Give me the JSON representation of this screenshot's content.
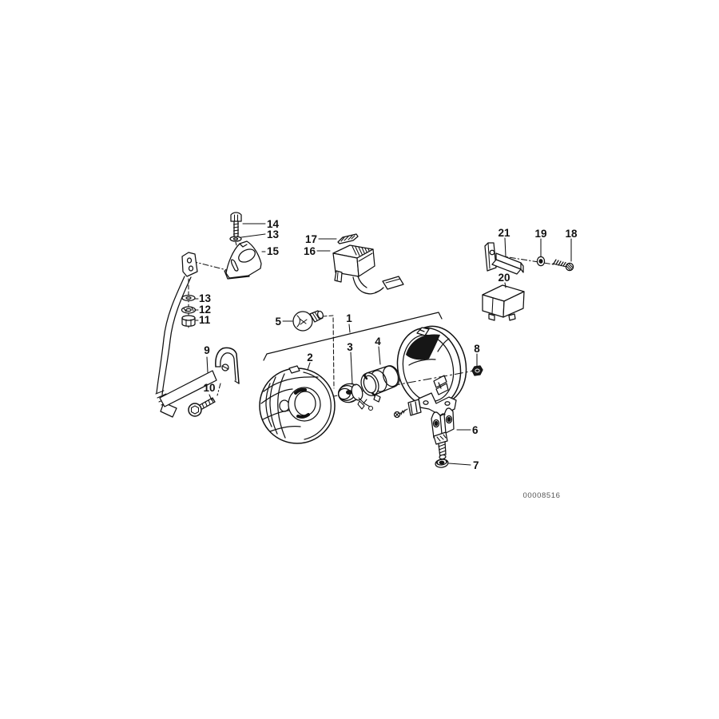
{
  "meta": {
    "type": "exploded-parts-diagram",
    "background": "#ffffff",
    "ink_color": "#111111",
    "doc_number": "00008516"
  },
  "callouts": {
    "c1": "1",
    "c2": "2",
    "c3": "3",
    "c4": "4",
    "c5": "5",
    "c6": "6",
    "c7": "7",
    "c8": "8",
    "c9": "9",
    "c10": "10",
    "c11": "11",
    "c12": "12",
    "c13a": "13",
    "c13b": "13",
    "c14": "14",
    "c15": "15",
    "c16": "16",
    "c17": "17",
    "c18": "18",
    "c19": "19",
    "c20": "20",
    "c21": "21"
  }
}
